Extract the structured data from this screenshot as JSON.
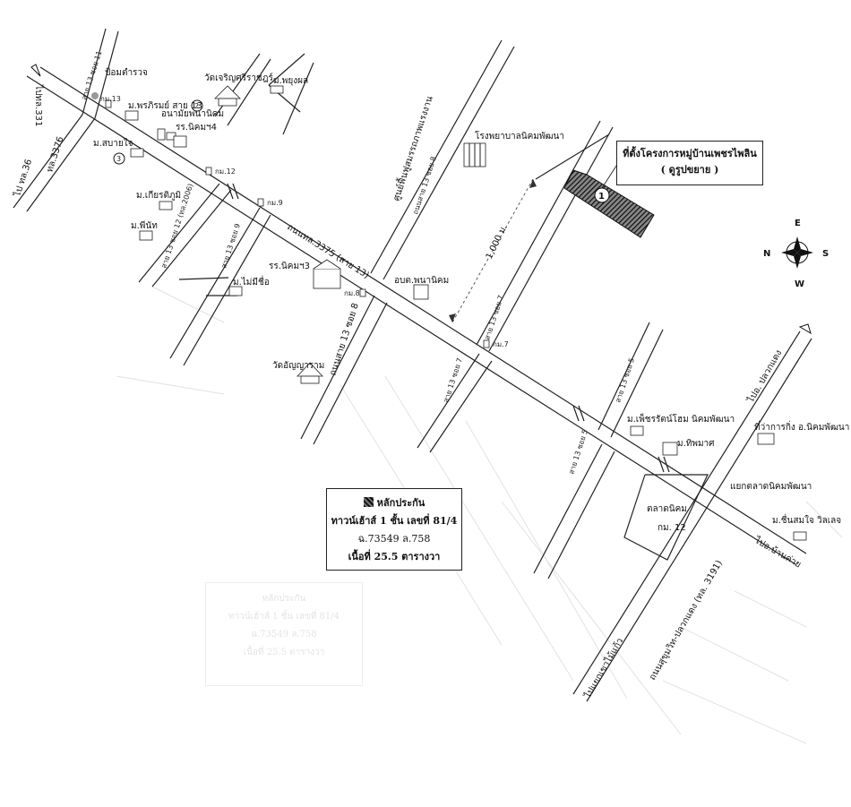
{
  "compass": {
    "n": "N",
    "e": "E",
    "s": "S",
    "w": "W"
  },
  "roads": {
    "hwy3375": "ถนนทล.3375 (สาย 13)",
    "hwy331": "ไปทล.331",
    "hwy3376": "ทล.3376",
    "to36": "ไป ทล.36",
    "sai13soi11": "สาย 13 ซอย 11",
    "sai13soi12": "สาย 13 ซอย 12 (ทล.2006)",
    "sai13soi9": "สาย 13 ซอย 9",
    "sai13soi8a": "ถนนสาย 13 ซอย 8",
    "sai13soi8b": "ถนนสาย 13 ซอย 8",
    "sai13soi7a": "สาย 13 ซอย 7",
    "sai13soi7b": "สาย 13 ซอย 7",
    "sai13soi5a": "สาย 13 ซอย 5",
    "sai13soi5b": "สาย 13 ซอย 5",
    "sukhumvit": "ถนนสุขุมวิท-ปลวกแดง (ทล. 3191)",
    "toPluakdaeng": "ไปอ. ปลวกแดง",
    "toBanchai": "ไปอ.บ้านค่าย",
    "toKhaoMaiKaeo": "ไปแยกเขาไม้แก้ว",
    "junction": "แยกตลาดนิคมพัฒนา",
    "distance": "1,000 ม."
  },
  "places": {
    "police": "ป้อมตำรวจ",
    "km13": "กม.13",
    "watCharoen": "วัดเจริญศรีราชฎร์",
    "mPhayungphon": "ม.พยุงผล",
    "mPornrom": "ม.พรภิรมย์ สาย 13",
    "num2": "2",
    "anamai": "อนามัยพนานิคม",
    "rrNikom4": "รร.นิคมฯ4",
    "mSabaijai": "ม.สบายใจ",
    "num3": "3",
    "km12a": "กม.12",
    "mKiatpoom": "ม.เกียรติภูมิ",
    "km9": "กม.9",
    "mPheenut": "ม.พีนัท",
    "hospital": "โรงพยาบาลนิคมพัฒนา",
    "fitness": "ศูนย์ฟื้นฟูสมรรถภาพแรงงาน",
    "rrNikom3": "รร.นิคมฯ3",
    "mMaiMeeChue": "ม.ไม่มีชื่อ",
    "km8": "กม.8",
    "obtPhananikom": "อบต.พนานิคม",
    "km7": "กม.7",
    "watAnyaram": "วัดอัญญาราม",
    "mPetcharat": "ม.เพ็ชรรัตน์โฮม นิคมพัฒนา",
    "mThipmas": "ม.ทิพมาศ",
    "districtOffice": "ที่ว่าการกิ่ง อ.นิคมพัฒนา",
    "market": "ตลาดนิคม",
    "marketKm": "กม. 12",
    "mChuensomjai": "ม.ชื่นสมใจ วิลเลจ",
    "projectNum": "1"
  },
  "project_box": {
    "line1": "ที่ตั้งโครงการหมู่บ้านเพชรไพลิน",
    "line2": "( ดูรูปขยาย )"
  },
  "legend": {
    "title": "หลักประกัน",
    "line1": "ทาวน์เฮ้าส์ 1 ชั้น เลขที่ 81/4",
    "line2": "ฉ.73549 ล.758",
    "line3": "เนื้อที่ 25.5 ตารางวา"
  },
  "ghost": {
    "title": "หลักประกัน",
    "line1": "ทาวน์เฮ้าส์ 1 ชั้น เลขที่ 81/4",
    "line2": "ฉ.73549 ล.758",
    "line3": "เนื้อที่ 25.5 ตารางวา"
  },
  "colors": {
    "ink": "#111111",
    "faint": "#e2e2e2",
    "paper": "#ffffff"
  }
}
